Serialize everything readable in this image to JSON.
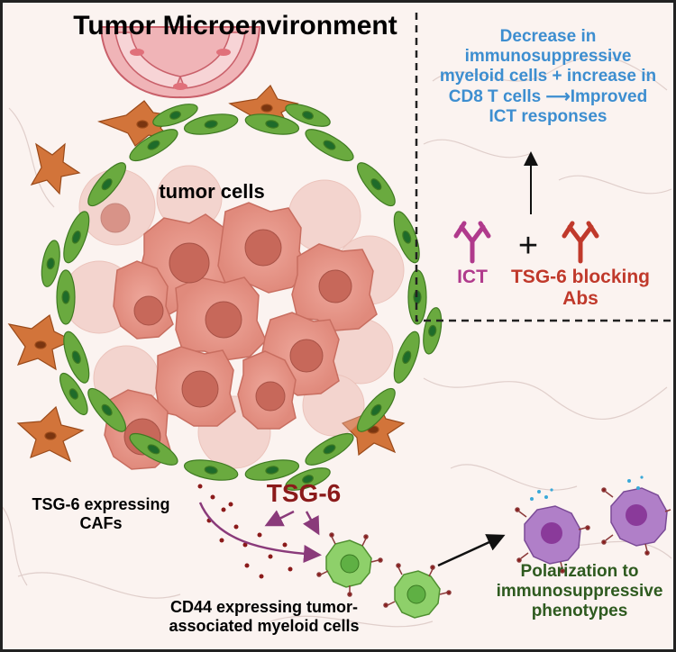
{
  "title": "Tumor Microenvironment",
  "tumor_label": "tumor cells",
  "outcome_box": {
    "text_lines": [
      "Decrease in",
      "immunosuppressive",
      "myeloid cells + increase in",
      "CD8 T cells ⟶Improved",
      "ICT responses"
    ],
    "ict_label": "ICT",
    "plus": "+",
    "blocking_label_lines": [
      "TSG-6 blocking",
      "Abs"
    ]
  },
  "tsg6_label": "TSG-6",
  "caf_label_lines": [
    "TSG-6 expressing",
    "CAFs"
  ],
  "myeloid_label_lines": [
    "CD44 expressing tumor-",
    "associated myeloid cells"
  ],
  "polarization_label_lines": [
    "Polarization to",
    "immunosuppressive",
    "phenotypes"
  ],
  "colors": {
    "background": "#fbf3f0",
    "blue_text": "#3d8ed0",
    "ict": "#b03a8c",
    "blocking": "#c0392b",
    "tsg6": "#8b1a1a",
    "caf_green": "#6aaa3f",
    "tumor_cell": "#e8978a",
    "myeloid_green": "#8ed06a",
    "polarized_purple": "#b07fc8",
    "polarization_text": "#2e5a1f"
  }
}
